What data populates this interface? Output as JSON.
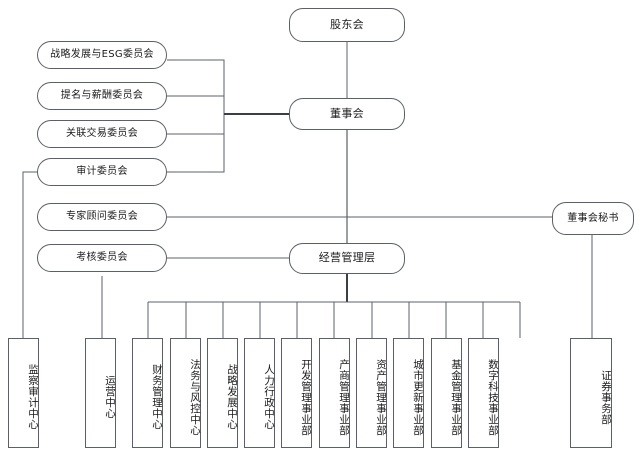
{
  "diagram": {
    "title": "组织架构图",
    "line_color": "#5b6068",
    "trunk_color": "#3a3f45",
    "background": "#ffffff"
  },
  "nodes": {
    "shareholders": {
      "label": "股东会"
    },
    "board": {
      "label": "董事会"
    },
    "management": {
      "label": "经营管理层"
    },
    "board_secretary": {
      "label": "董事会秘书"
    }
  },
  "committees": [
    {
      "label": "战略发展与ESG委员会"
    },
    {
      "label": "提名与薪酬委员会"
    },
    {
      "label": "关联交易委员会"
    },
    {
      "label": "审计委员会"
    },
    {
      "label": "专家顾问委员会"
    },
    {
      "label": "考核委员会"
    }
  ],
  "departments": [
    {
      "label": "监察审计中心",
      "parent": "审计委员会"
    },
    {
      "label": "运营中心",
      "parent": "考核委员会"
    },
    {
      "label": "财务管理中心",
      "parent": "经营管理层"
    },
    {
      "label": "法务与风控中心",
      "parent": "经营管理层"
    },
    {
      "label": "战略发展中心",
      "parent": "经营管理层"
    },
    {
      "label": "人力行政中心",
      "parent": "经营管理层"
    },
    {
      "label": "开发管理事业部",
      "parent": "经营管理层"
    },
    {
      "label": "产商管理事业部",
      "parent": "经营管理层"
    },
    {
      "label": "资产管理事业部",
      "parent": "经营管理层"
    },
    {
      "label": "城市更新事业部",
      "parent": "经营管理层"
    },
    {
      "label": "基金管理事业部",
      "parent": "经营管理层"
    },
    {
      "label": "数字科技事业部",
      "parent": "经营管理层"
    },
    {
      "label": "证券事务部",
      "parent": "董事会秘书"
    }
  ]
}
